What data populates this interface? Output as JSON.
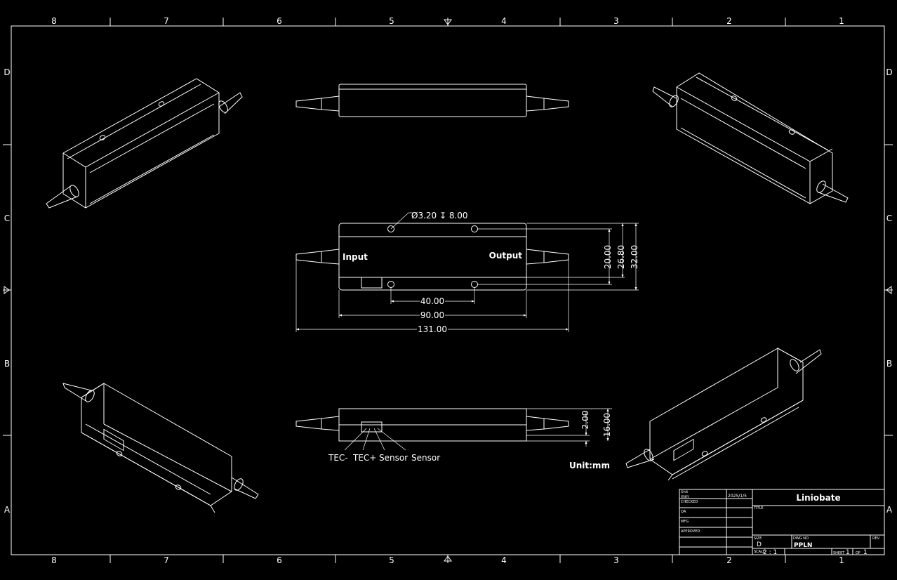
{
  "frame": {
    "columns_top": [
      "8",
      "7",
      "6",
      "5",
      "4",
      "3",
      "2",
      "1"
    ],
    "columns_bottom": [
      "8",
      "7",
      "6",
      "5",
      "4",
      "3",
      "2",
      "1"
    ],
    "rows": [
      "D",
      "C",
      "B",
      "A"
    ]
  },
  "labels": {
    "input": "Input",
    "output": "Output",
    "unit": "Unit:mm",
    "hole_callout": "Ø3.20 ↧ 8.00",
    "pins": [
      "TEC-",
      "TEC+",
      "Sensor",
      "Sensor"
    ]
  },
  "dimensions": {
    "d40": "40.00",
    "d90": "90.00",
    "d131": "131.00",
    "d20": "20.00",
    "d26_8": "26.80",
    "d32": "32.00",
    "d2": "2.00",
    "d16": "16.00"
  },
  "title_block": {
    "unit_label": "Unit",
    "unit_value": "mm",
    "date": "2025/1/5",
    "checked": "CHECKED",
    "qa": "QA",
    "mfg": "MFG",
    "approved": "APPROVED",
    "title_header": "Liniobate",
    "title_label": "TITLE",
    "size_label": "SIZE",
    "size_value": "D",
    "dwg_label": "DWG NO",
    "dwg_value": "PPLN",
    "rev_label": "REV",
    "scale_label": "SCALE",
    "scale_value": "2 : 1",
    "sheet_label": "SHEET",
    "sheet_value": "1",
    "of_label": "OF",
    "of_value": "1"
  }
}
